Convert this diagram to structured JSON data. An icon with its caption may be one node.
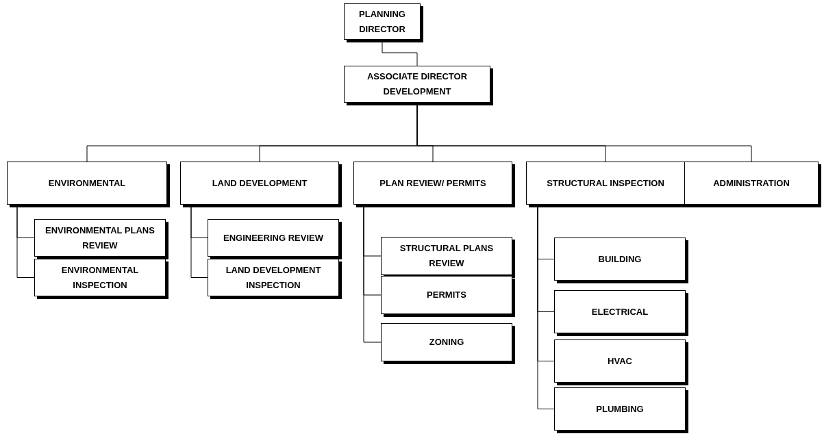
{
  "diagram": {
    "nodes": [
      {
        "text": [
          "PLANNING DIRECTOR"
        ]
      },
      {
        "text": [
          "ASSOCIATE DIRECTOR DEVELOPMENT"
        ]
      },
      {
        "text": [
          "ENVIRONMENTAL"
        ]
      },
      {
        "text": [
          "LAND DEVELOPMENT"
        ]
      },
      {
        "text": [
          "PLAN REVIEW/ PERMITS"
        ]
      },
      {
        "text": [
          "STRUCTURAL INSPECTION"
        ]
      },
      {
        "text": [
          "ADMINISTRATION"
        ]
      },
      {
        "text": [
          "ENVIRONMENTAL PLANS REVIEW"
        ]
      },
      {
        "text": [
          "ENVIRONMENTAL INSPECTION"
        ]
      },
      {
        "text": [
          "ENGINEERING REVIEW"
        ]
      },
      {
        "text": [
          "LAND DEVELOPMENT INSPECTION"
        ]
      },
      {
        "text": [
          "STRUCTURAL PLANS REVIEW"
        ]
      },
      {
        "text": [
          "PERMITS"
        ]
      },
      {
        "text": [
          "ZONING"
        ]
      },
      {
        "text": [
          "BUILDING"
        ]
      },
      {
        "text": [
          "ELECTRICAL"
        ]
      },
      {
        "text": [
          "HVAC"
        ]
      },
      {
        "text": [
          "PLUMBING"
        ]
      }
    ],
    "edges": [
      {
        "from": 0,
        "to": 1,
        "arrow": "none"
      },
      {
        "from": 1,
        "to": 2,
        "arrow": "none"
      },
      {
        "from": 1,
        "to": 3,
        "arrow": "none"
      },
      {
        "from": 1,
        "to": 4,
        "arrow": "none"
      },
      {
        "from": 1,
        "to": 5,
        "arrow": "none"
      },
      {
        "from": 1,
        "to": 6,
        "arrow": "none"
      },
      {
        "from": 2,
        "to": 7,
        "arrow": "none"
      },
      {
        "from": 2,
        "to": 8,
        "arrow": "none"
      },
      {
        "from": 3,
        "to": 9,
        "arrow": "none"
      },
      {
        "from": 3,
        "to": 10,
        "arrow": "none"
      },
      {
        "from": 4,
        "to": 11,
        "arrow": "none"
      },
      {
        "from": 4,
        "to": 12,
        "arrow": "none"
      },
      {
        "from": 4,
        "to": 13,
        "arrow": "none"
      },
      {
        "from": 5,
        "to": 14,
        "arrow": "none"
      },
      {
        "from": 5,
        "to": 15,
        "arrow": "none"
      },
      {
        "from": 5,
        "to": 16,
        "arrow": "none"
      },
      {
        "from": 5,
        "to": 17,
        "arrow": "none"
      }
    ]
  }
}
